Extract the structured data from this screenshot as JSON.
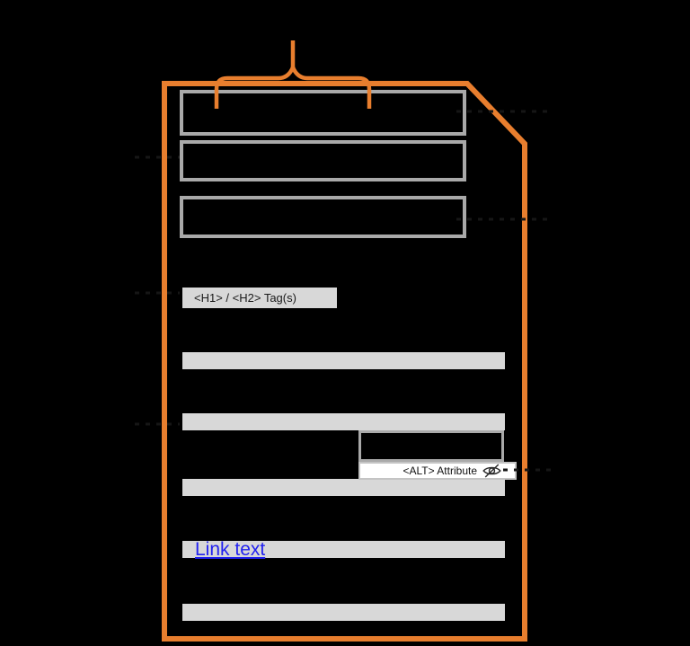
{
  "colors": {
    "background": "#000000",
    "accent_orange": "#E87E2E",
    "bar_gray": "#D8D8D8",
    "box_border_gray": "#A9A9A9",
    "label_bg_gray": "#D8D8D8",
    "link_blue": "#2222F0",
    "dash_color": "#161616",
    "text_dark": "#1a1a1a",
    "white": "#ffffff"
  },
  "diagram": {
    "h1_label": "<H1> / <H2> Tag(s)",
    "alt_label": "<ALT> Attribute",
    "link_text": "Link text"
  }
}
